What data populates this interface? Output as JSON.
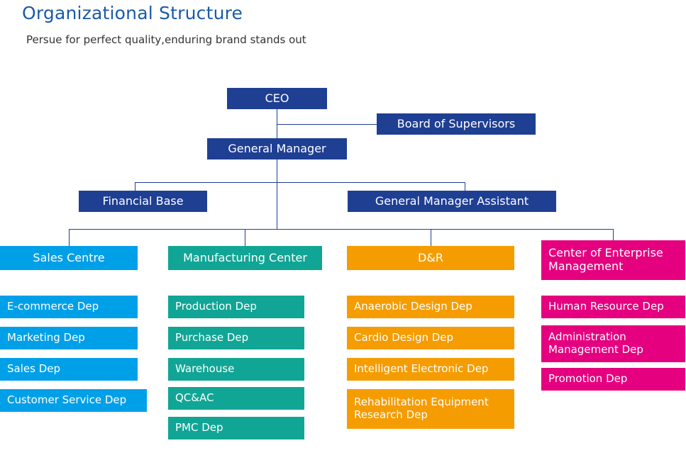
{
  "page": {
    "title": "Organizational Structure",
    "subtitle": "Persue for perfect quality,enduring brand stands out",
    "title_color": "#1a5aa8",
    "background": "#ffffff"
  },
  "colors": {
    "navy": "#1f3f93",
    "blue": "#00a0e9",
    "teal": "#11a596",
    "orange": "#f59c00",
    "magenta": "#e5007f",
    "connector": "#1f3f93"
  },
  "chart_data": {
    "type": "org-chart",
    "title": "Organizational Structure",
    "nodes": [
      {
        "id": "ceo",
        "label": "CEO",
        "level": 0,
        "color": "#1f3f93"
      },
      {
        "id": "board",
        "label": "Board of Supervisors",
        "level": 1,
        "color": "#1f3f93"
      },
      {
        "id": "gm",
        "label": "General Manager",
        "level": 1,
        "color": "#1f3f93"
      },
      {
        "id": "finance",
        "label": "Financial Base",
        "level": 2,
        "color": "#1f3f93"
      },
      {
        "id": "gma",
        "label": "General Manager Assistant",
        "level": 2,
        "color": "#1f3f93"
      },
      {
        "id": "sales-centre",
        "label": "Sales Centre",
        "level": 3,
        "color": "#00a0e9"
      },
      {
        "id": "manufacturing",
        "label": "Manufacturing Center",
        "level": 3,
        "color": "#11a596"
      },
      {
        "id": "dr",
        "label": "D&R",
        "level": 3,
        "color": "#f59c00"
      },
      {
        "id": "coem",
        "label": "Center of Enterprise Management",
        "level": 3,
        "color": "#e5007f"
      }
    ],
    "columns": [
      {
        "head": "Sales Centre",
        "color": "#00a0e9",
        "children": [
          "E-commerce Dep",
          "Marketing Dep",
          "Sales Dep",
          "Customer Service Dep"
        ]
      },
      {
        "head": "Manufacturing Center",
        "color": "#11a596",
        "children": [
          "Production Dep",
          "Purchase Dep",
          "Warehouse",
          "QC&AC",
          "PMC Dep"
        ]
      },
      {
        "head": "D&R",
        "color": "#f59c00",
        "children": [
          "Anaerobic Design Dep",
          "Cardio Design Dep",
          "Intelligent Electronic Dep",
          "Rehabilitation Equipment Research Dep"
        ]
      },
      {
        "head": "Center of Enterprise Management",
        "color": "#e5007f",
        "children": [
          "Human Resource Dep",
          "Administration Management Dep",
          "Promotion Dep"
        ]
      }
    ]
  }
}
